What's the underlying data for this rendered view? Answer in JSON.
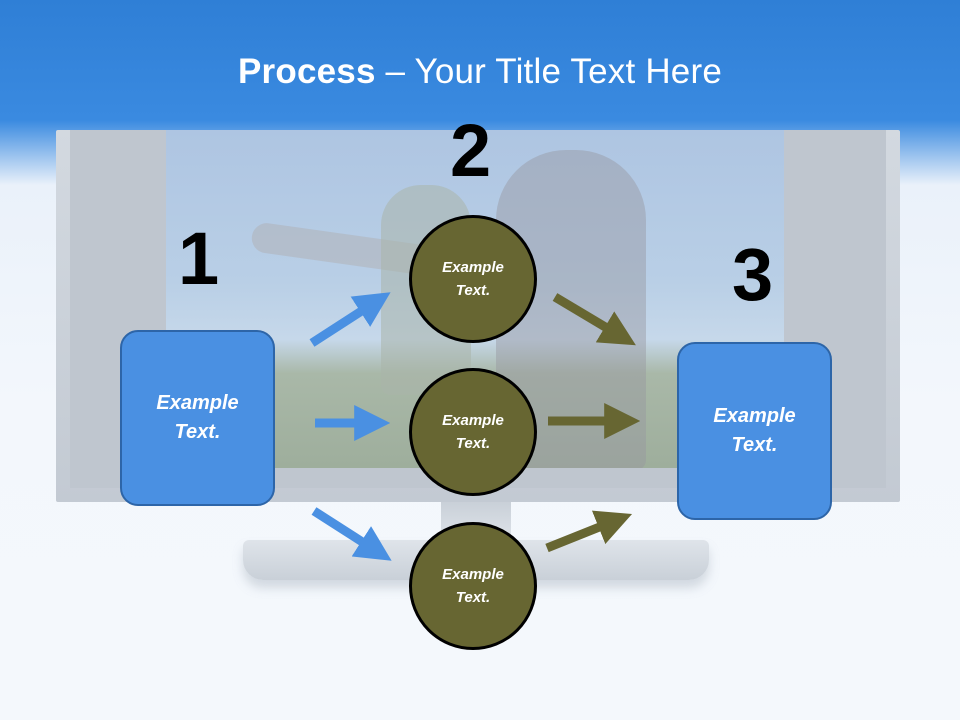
{
  "title": {
    "bold": "Process",
    "rest": " – Your Title Text Here"
  },
  "steps": [
    "1",
    "2",
    "3"
  ],
  "left_box": {
    "line1": "Example",
    "line2": "Text."
  },
  "circles": [
    {
      "line1": "Example",
      "line2": "Text."
    },
    {
      "line1": "Example",
      "line2": "Text."
    },
    {
      "line1": "Example",
      "line2": "Text."
    }
  ],
  "right_box": {
    "line1": "Example",
    "line2": "Text."
  },
  "colors": {
    "blue_box": "#4a90e2",
    "blue_arrow": "#4a90e2",
    "olive": "#676632",
    "header": "#2f7fd6"
  }
}
